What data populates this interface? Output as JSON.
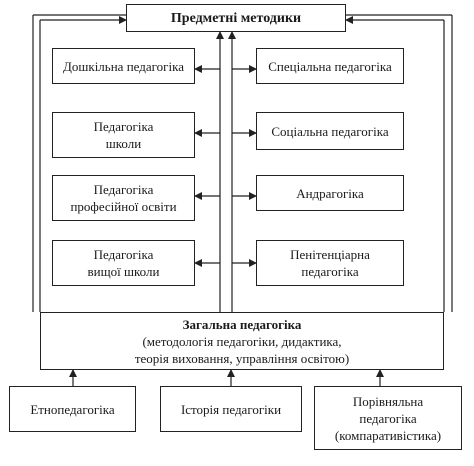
{
  "subject_methods": "Предметні методики",
  "left_column": [
    {
      "id": "preschool",
      "lines": [
        "Дошкільна педагогіка"
      ]
    },
    {
      "id": "school",
      "lines": [
        "Педагогіка",
        "школи"
      ]
    },
    {
      "id": "vocational",
      "lines": [
        "Педагогіка",
        "професійної освіти"
      ]
    },
    {
      "id": "higher",
      "lines": [
        "Педагогіка",
        "вищої школи"
      ]
    }
  ],
  "right_column": [
    {
      "id": "special",
      "lines": [
        "Спеціальна педагогіка"
      ]
    },
    {
      "id": "social",
      "lines": [
        "Соціальна педагогіка"
      ]
    },
    {
      "id": "andragogy",
      "lines": [
        "Андрагогіка"
      ]
    },
    {
      "id": "penitentiary",
      "lines": [
        "Пенітенціарна",
        "педагогіка"
      ]
    }
  ],
  "general_pedagogy": {
    "title": "Загальна педагогіка",
    "lines": [
      "(методологія педагогіки, дидактика,",
      "теорія виховання, управління освітою)"
    ]
  },
  "bottom_row": [
    {
      "id": "ethno",
      "lines": [
        "Етнопедагогіка"
      ]
    },
    {
      "id": "history",
      "lines": [
        "Історія педагогіки"
      ]
    },
    {
      "id": "comparative",
      "lines": [
        "Порівняльна",
        "педагогіка",
        "(компаративістика)"
      ]
    }
  ],
  "colors": {
    "line": "#222222",
    "background": "#ffffff"
  }
}
